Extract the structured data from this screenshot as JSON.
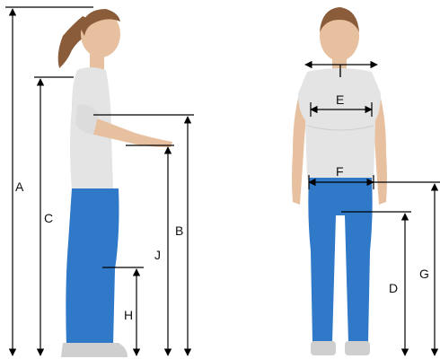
{
  "figure": {
    "labels": {
      "A": "A",
      "B": "B",
      "C": "C",
      "D": "D",
      "E": "E",
      "F": "F",
      "G": "G",
      "H": "H",
      "I": "I",
      "J": "J"
    },
    "colors": {
      "shirt": "#e4e4e4",
      "jeans": "#2f79c8",
      "skin": "#e7c0a0",
      "hair": "#8a5c3a",
      "shoe": "#cfcfcf",
      "line": "#000000"
    }
  }
}
